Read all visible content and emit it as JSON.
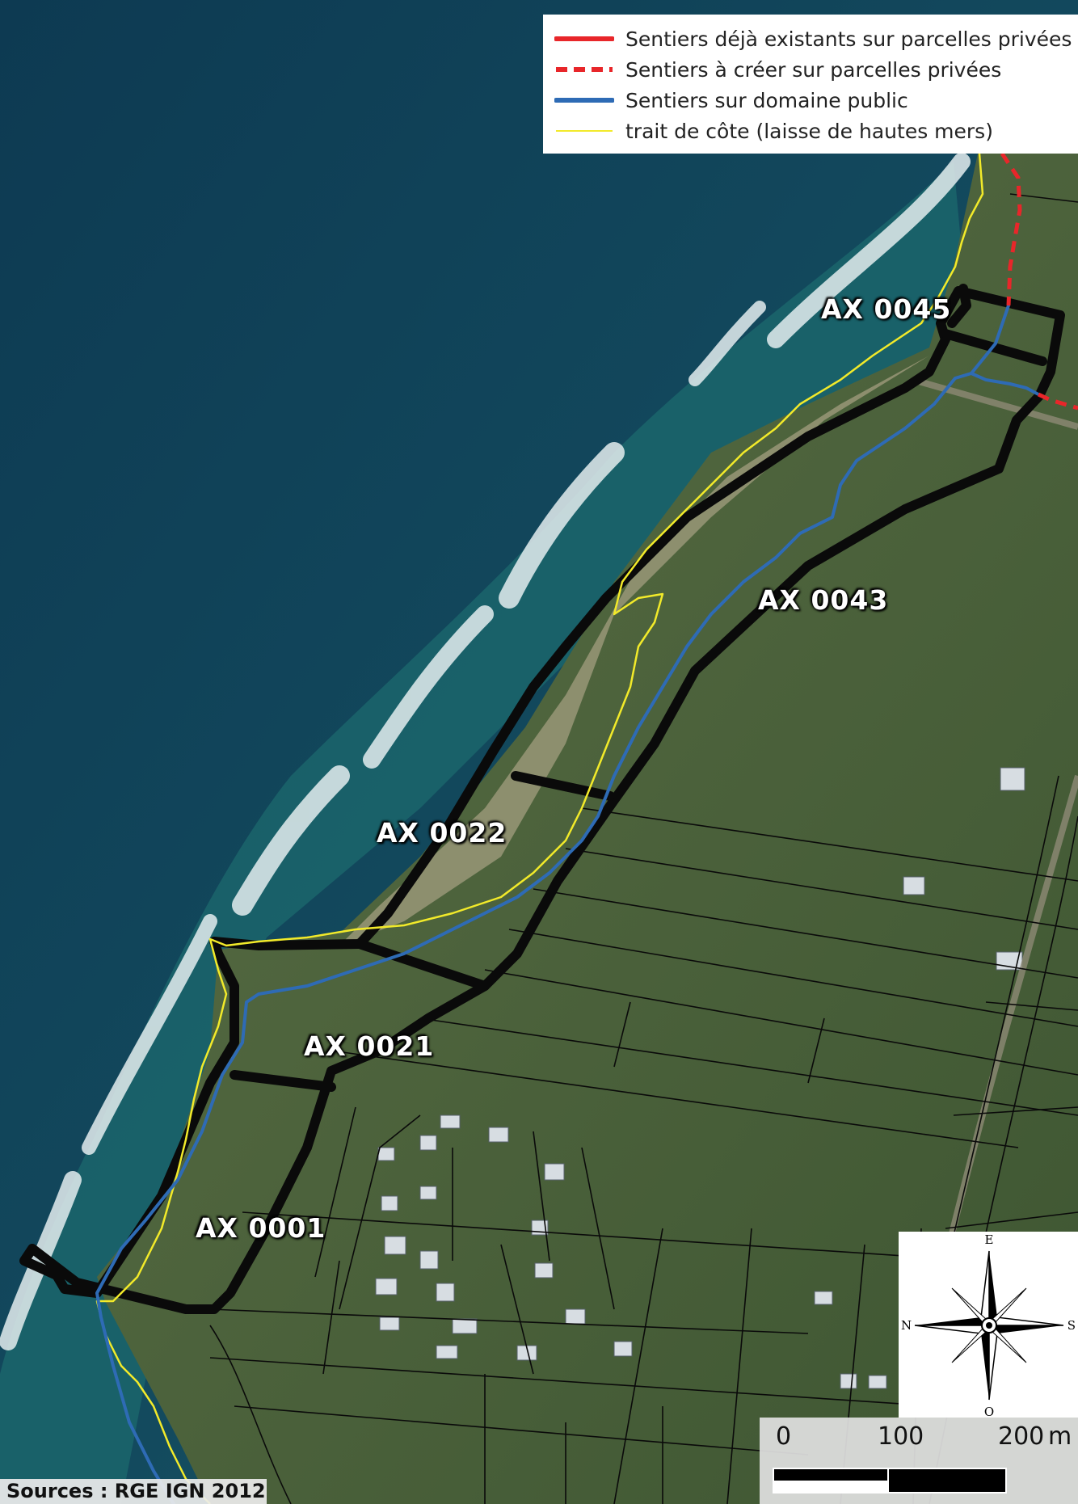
{
  "legend": {
    "items": [
      {
        "label": "Sentiers déjà existants sur parcelles privées",
        "color": "#e8262a",
        "style": "solid"
      },
      {
        "label": "Sentiers à créer sur parcelles privées",
        "color": "#e8262a",
        "style": "dashed"
      },
      {
        "label": "Sentiers sur domaine public",
        "color": "#2e6bb5",
        "style": "solid"
      },
      {
        "label": "trait de côte (laisse de hautes mers)",
        "color": "#f2ea2a",
        "style": "thin"
      }
    ]
  },
  "parcels": [
    {
      "id": "AX 0045"
    },
    {
      "id": "AX 0043"
    },
    {
      "id": "AX 0022"
    },
    {
      "id": "AX 0021"
    },
    {
      "id": "AX 0001"
    }
  ],
  "compass": {
    "north": "E",
    "west": "N",
    "east": "S",
    "south": "O"
  },
  "scale": {
    "ticks": [
      "0",
      "100",
      "200"
    ],
    "unit": "m"
  },
  "sources": "Sources : RGE IGN 2012",
  "colors": {
    "sea_deep": "#0f3f55",
    "sea_shallow": "#1f6f73",
    "land": "#46603a",
    "surf": "#e6eef0",
    "parcel_border": "#0a0a0a"
  }
}
